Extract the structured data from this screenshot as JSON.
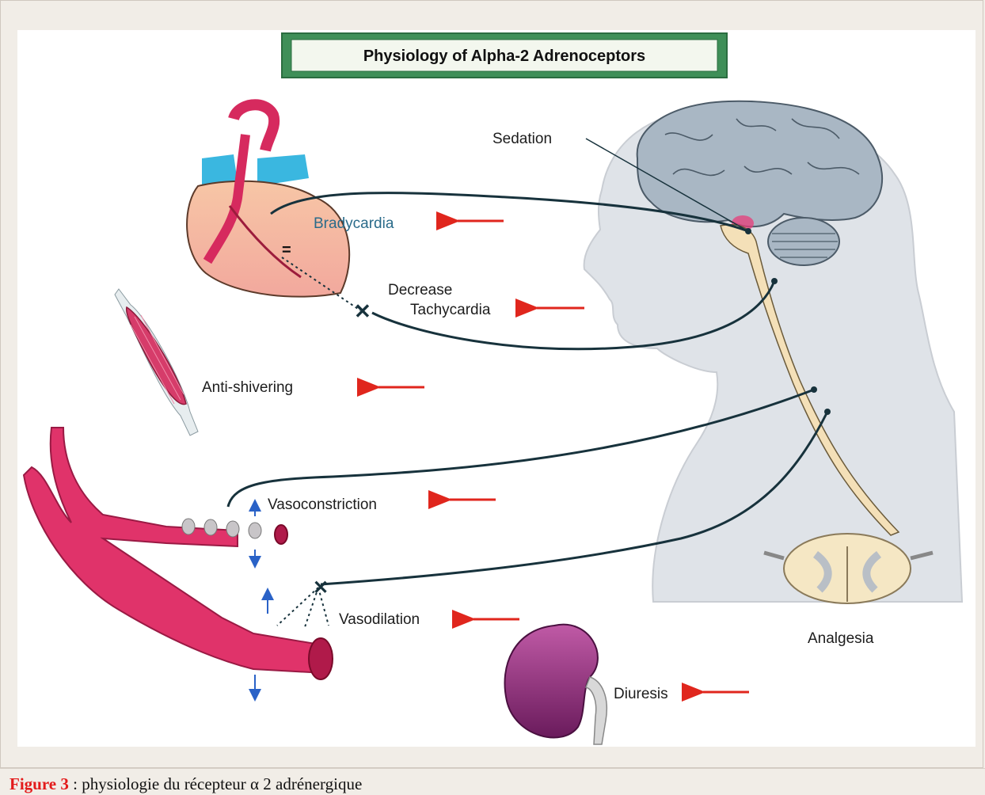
{
  "diagram": {
    "title": "Physiology of Alpha-2 Adrenoceptors",
    "labels": {
      "sedation": "Sedation",
      "bradycardia": "Bradycardia",
      "decrease": "Decrease",
      "tachycardia": "Tachycardia",
      "anti_shivering": "Anti-shivering",
      "vasoconstriction": "Vasoconstriction",
      "vasodilation": "Vasodilation",
      "diuresis": "Diuresis",
      "analgesia": "Analgesia"
    },
    "colors": {
      "arrow": "#e0261d",
      "nerve": "#17323c",
      "vessel": "#e0336a",
      "title_box": "#4fa36a"
    }
  },
  "caption": {
    "figure_label": "Figure 3",
    "text": " : physiologie du récepteur α 2 adrénergique"
  }
}
